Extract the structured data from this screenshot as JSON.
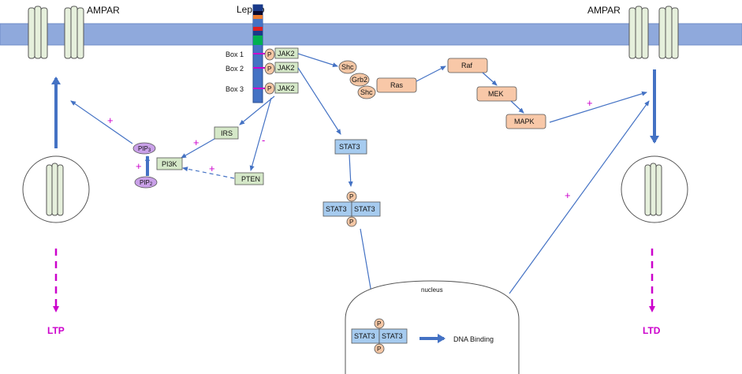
{
  "receptor": {
    "name": "LepRb",
    "boxes": [
      "Box 1",
      "Box 2",
      "Box 3"
    ],
    "jak": "JAK2",
    "p": "P"
  },
  "ampar": {
    "left": "AMPAR",
    "right": "AMPAR"
  },
  "pi3k_path": {
    "irs": "IRS",
    "pi3k": "PI3K",
    "pten": "PTEN",
    "pip3": "PIP",
    "pip3_sub": "3",
    "pip2": "PIP",
    "pip2_sub": "2"
  },
  "mapk_path": {
    "shc1": "Shc",
    "grb2": "Grb2",
    "shc2": "Shc",
    "ras": "Ras",
    "raf": "Raf",
    "mek": "MEK",
    "mapk": "MAPK"
  },
  "stat": {
    "stat3": "STAT3",
    "dimer_left": "STAT3",
    "dimer_right": "STAT3"
  },
  "nucleus": {
    "label": "nucleus",
    "dimer_left": "STAT3",
    "dimer_right": "STAT3",
    "dna": "DNA Binding"
  },
  "signs": {
    "plus": "+",
    "minus": "-"
  },
  "outcomes": {
    "ltp": "LTP",
    "ltd": "LTD"
  },
  "colors": {
    "membrane": "#8fa9dc",
    "jak_box": "#d5e8c8",
    "kinase_box": "#f8c8a8",
    "stat_box": "#a6cbef",
    "p_circle": "#f4c6a4",
    "pip": "#c9a0e8",
    "arrow": "#4472c4",
    "magenta": "#cc00cc",
    "channel": "#e6f0dc",
    "receptor_stripes": [
      "#1a3a8a",
      "#0a0a30",
      "#ed7d31",
      "#4472c4",
      "#e02020",
      "#00b050"
    ]
  }
}
